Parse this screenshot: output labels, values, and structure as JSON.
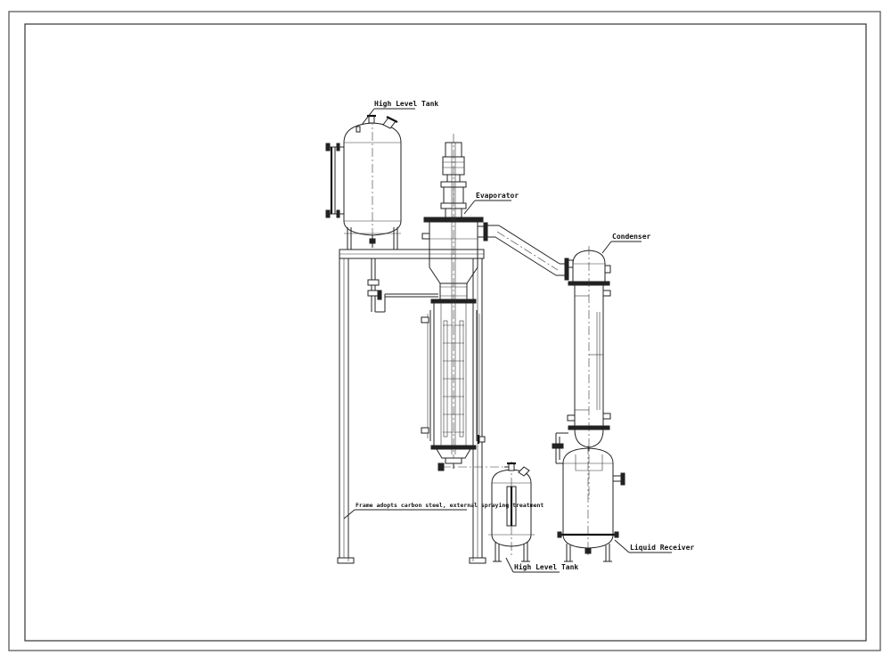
{
  "labels": {
    "high_level_tank_top": "High Level Tank",
    "evaporator": "Evaporator",
    "condenser": "Condenser",
    "frame_note": "Frame adopts carbon steel, external spraying treatment",
    "liquid_receiver": "Liquid Receiver",
    "high_level_tank_bottom": "High Level Tank"
  }
}
